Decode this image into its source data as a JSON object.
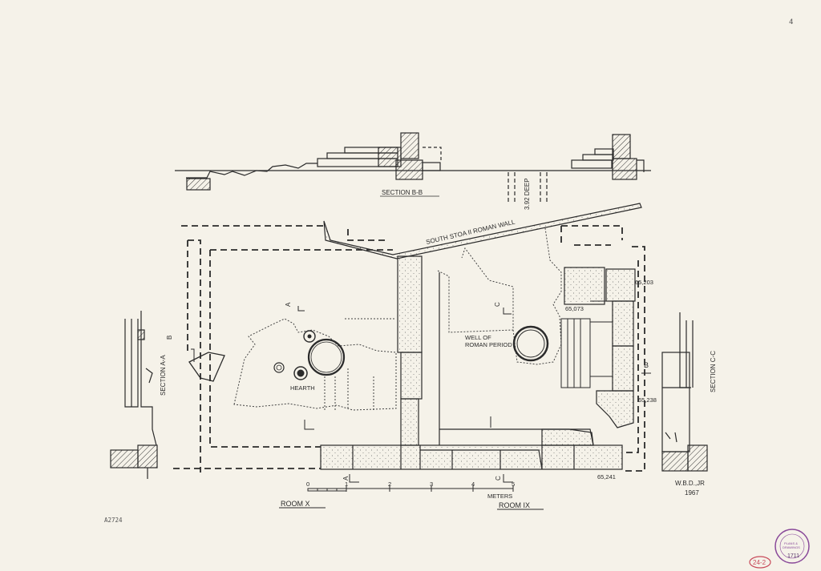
{
  "sheet": {
    "corner_mark": "4",
    "archive_number": "A2724",
    "drafter": "W.B.D.,JR",
    "year": "1967",
    "stamp_number": "1711",
    "stamp_sticker": "24-2"
  },
  "sections": {
    "bb": "SECTION B-B",
    "aa": "SECTION A-A",
    "cc": "SECTION C-C"
  },
  "labels": {
    "south_stoa": "SOUTH STOA II ROMAN WALL",
    "depth": "3.92 DEEP",
    "well": [
      "WELL OF",
      "ROMAN PERIOD"
    ],
    "hearth": "HEARTH",
    "room_x": "ROOM X",
    "room_ix": "ROOM IX",
    "inv_65203": "65,203",
    "inv_65073": "65,073",
    "inv_65238": "65,238",
    "inv_65241": "65,241"
  },
  "markers": {
    "a": "A",
    "b": "B",
    "c": "C"
  },
  "scale": {
    "ticks": [
      "0",
      "1",
      "2",
      "3",
      "4",
      "5"
    ],
    "unit": "METERS"
  }
}
